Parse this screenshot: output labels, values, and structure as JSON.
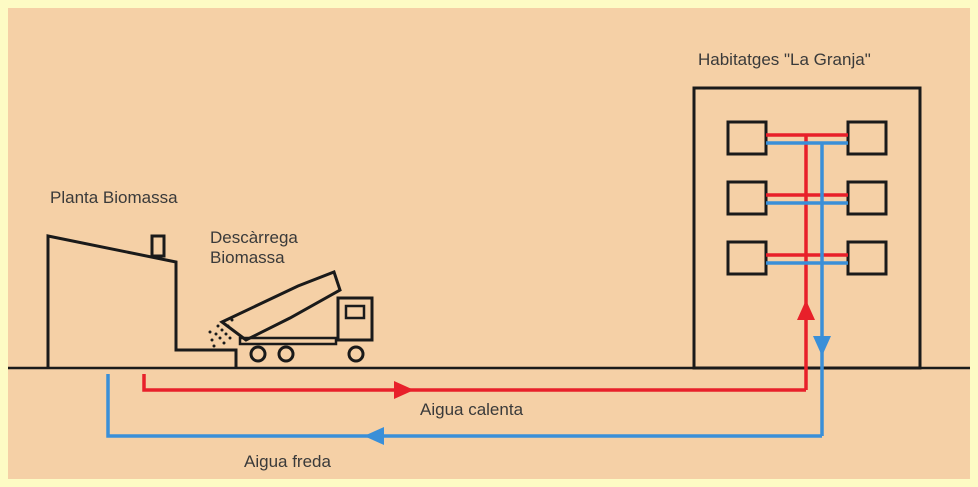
{
  "labels": {
    "building": "Habitatges \"La Granja\"",
    "plant": "Planta Biomassa",
    "unload_line1": "Descàrrega",
    "unload_line2": "Biomassa",
    "hot_water": "Aigua calenta",
    "cold_water": "Aigua freda"
  },
  "colors": {
    "background_outer": "#fdfbc4",
    "background": "#f5d0a6",
    "line": "#1a1a1a",
    "hot": "#e8202a",
    "cold": "#3a8fd8"
  }
}
